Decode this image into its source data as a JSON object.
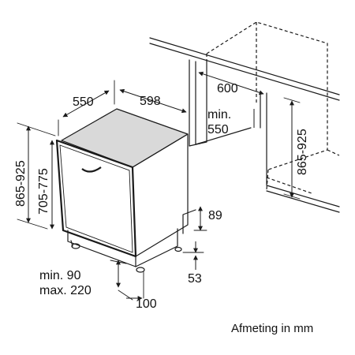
{
  "dimensions": {
    "depth": "550",
    "width": "598",
    "height_range": "865-925",
    "door_height_range": "705-775",
    "niche_width": "600",
    "niche_depth_min": "min.",
    "niche_depth_value": "550",
    "niche_height_range": "865-925",
    "plinth_height": "89",
    "plinth_offset": "53",
    "toe_min": "min. 90",
    "toe_max": "max. 220",
    "toe_depth": "100"
  },
  "caption": "Afmeting in mm"
}
